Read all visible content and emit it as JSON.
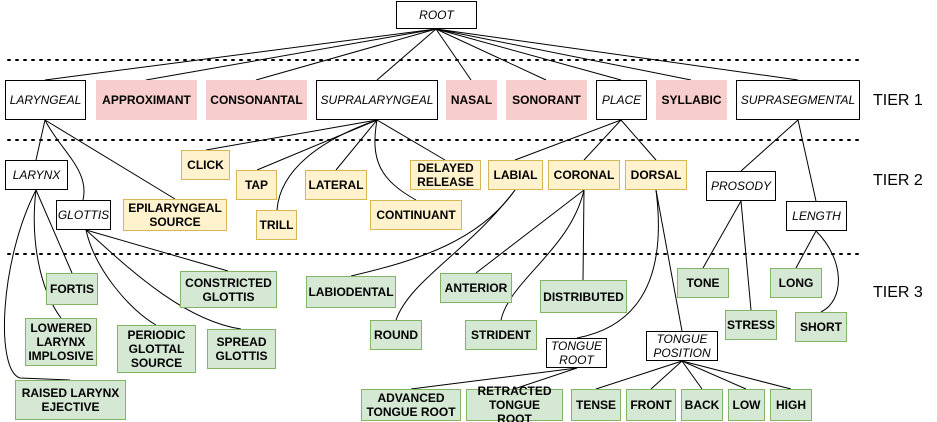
{
  "nodes": {
    "root": "ROOT",
    "laryngeal": "LARYNGEAL",
    "approximant": "APPROXIMANT",
    "consonantal": "CONSONANTAL",
    "supralaryngeal": "SUPRALARYNGEAL",
    "nasal": "NASAL",
    "sonorant": "SONORANT",
    "place": "PLACE",
    "syllabic": "SYLLABIC",
    "suprasegmental": "SUPRASEGMENTAL",
    "larynx": "LARYNX",
    "glottis": "GLOTTIS",
    "epilaryngeal_source": "EPILARYNGEAL\nSOURCE",
    "click": "CLICK",
    "tap": "TAP",
    "trill": "TRILL",
    "lateral": "LATERAL",
    "continuant": "CONTINUANT",
    "delayed_release": "DELAYED\nRELEASE",
    "labial": "LABIAL",
    "coronal": "CORONAL",
    "dorsal": "DORSAL",
    "prosody": "PROSODY",
    "length": "LENGTH",
    "fortis": "FORTIS",
    "lowered_larynx_implosive": "LOWERED\nLARYNX\nIMPLOSIVE",
    "periodic_glottal_source": "PERIODIC\nGLOTTAL\nSOURCE",
    "constricted_glottis": "CONSTRICTED\nGLOTTIS",
    "spread_glottis": "SPREAD\nGLOTTIS",
    "raised_larynx_ejective": "RAISED LARYNX\nEJECTIVE",
    "labiodental": "LABIODENTAL",
    "round": "ROUND",
    "anterior": "ANTERIOR",
    "strident": "STRIDENT",
    "distributed": "DISTRIBUTED",
    "tongue_root": "TONGUE\nROOT",
    "tongue_position": "TONGUE\nPOSITION",
    "advanced_tongue_root": "ADVANCED\nTONGUE ROOT",
    "retracted_tongue_root": "RETRACTED\nTONGUE ROOT",
    "tense": "TENSE",
    "front": "FRONT",
    "back": "BACK",
    "low": "LOW",
    "high": "HIGH",
    "tone": "TONE",
    "stress": "STRESS",
    "long": "LONG",
    "short": "SHORT"
  },
  "tiers": {
    "tier1": "TIER 1",
    "tier2": "TIER 2",
    "tier3": "TIER 3"
  },
  "colors": {
    "white_node": "#ffffff",
    "red_node": "#f8cecc",
    "yellow_node": "#fff2cc",
    "yellow_border": "#d6b656",
    "green_node": "#d5e8d4",
    "green_border": "#82b366",
    "line": "#000000"
  }
}
